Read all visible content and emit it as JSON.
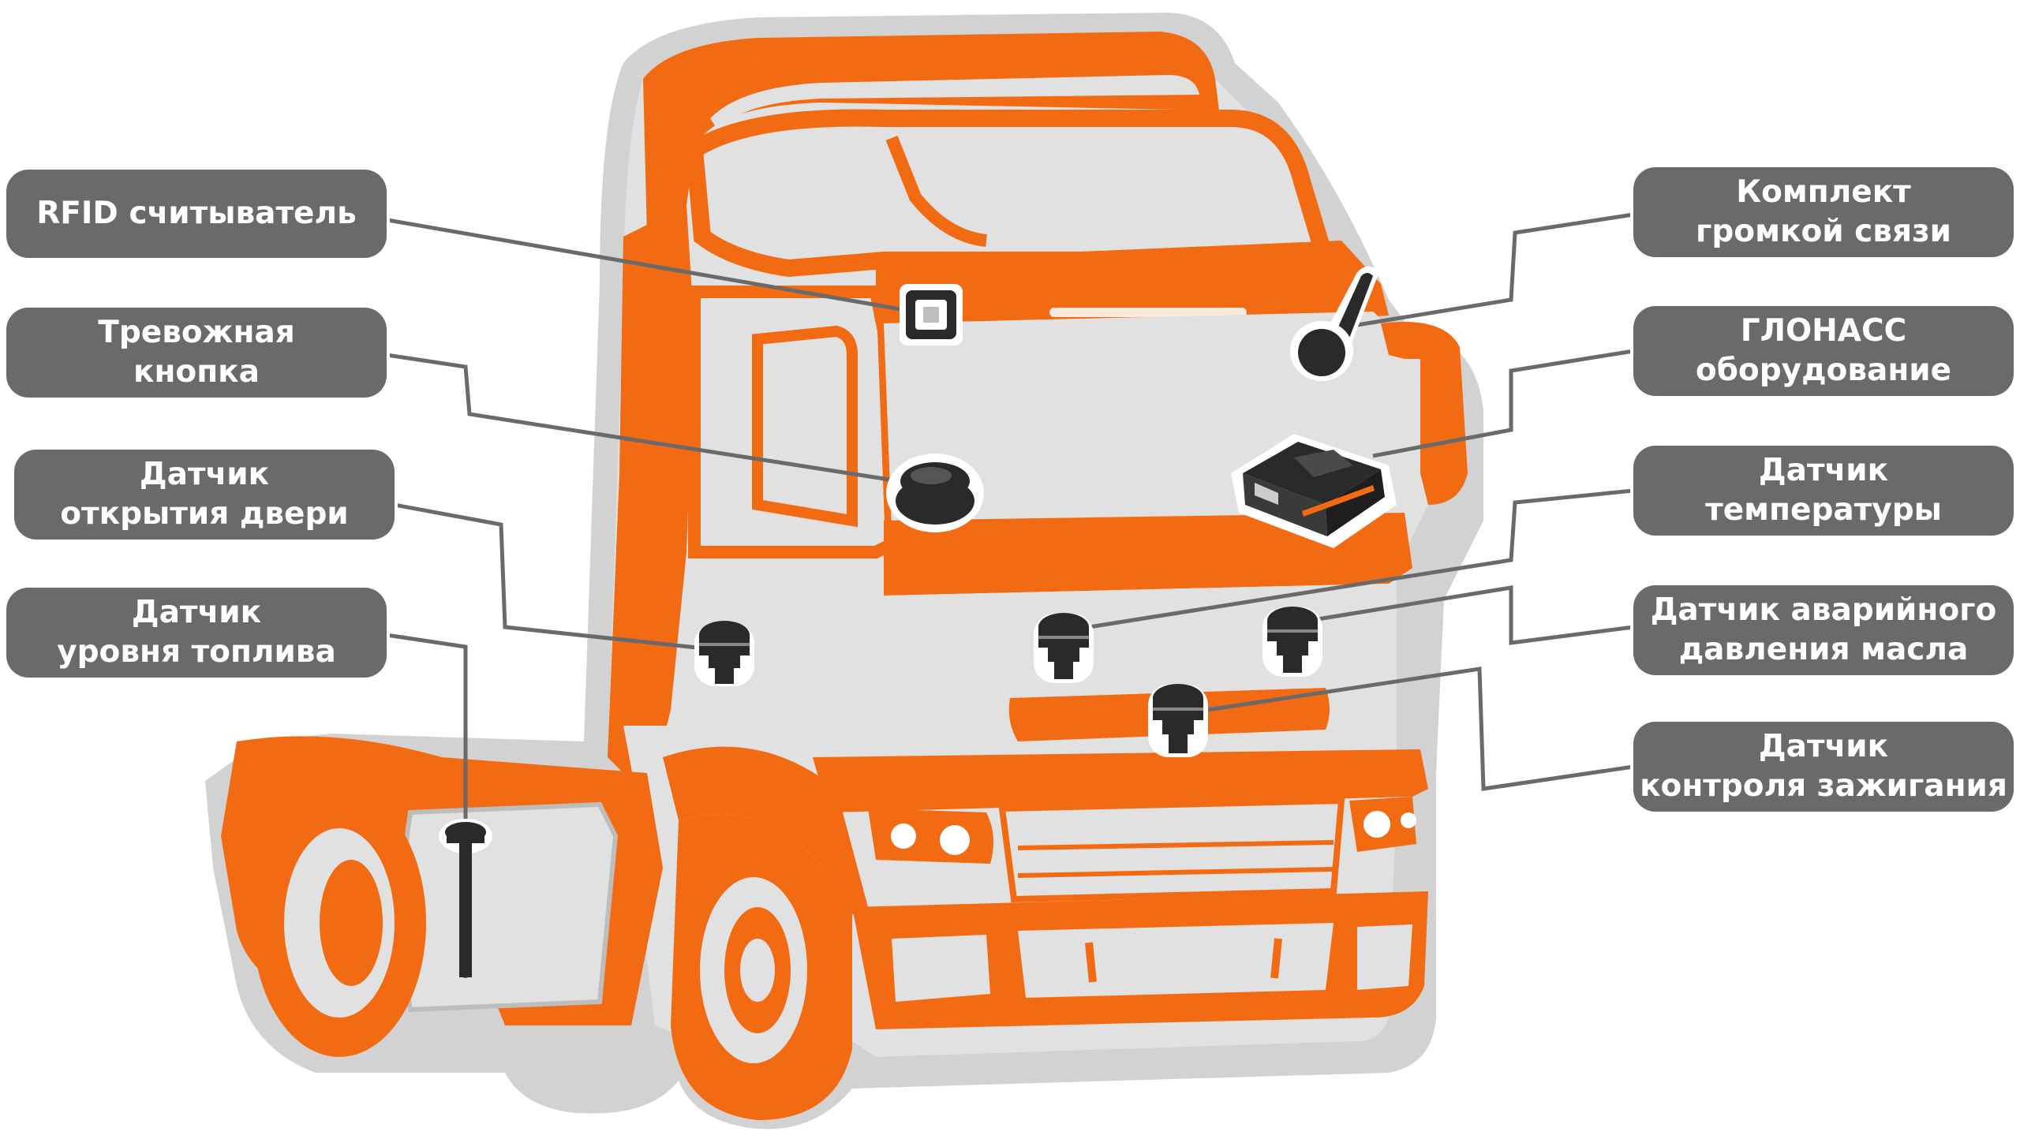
{
  "diagram": {
    "colors": {
      "accent": "#f26a12",
      "body": "#e1e1e1",
      "outline": "#bdbdbd",
      "label_bg": "#6a6a6a",
      "label_text": "#ffffff",
      "connector": "#6a6a6a",
      "device": "#2a2a2a"
    },
    "labels": {
      "rfid": {
        "lines": [
          "RFID считыватель"
        ]
      },
      "alarm": {
        "lines": [
          "Тревожная",
          "кнопка"
        ]
      },
      "door": {
        "lines": [
          "Датчик",
          "открытия двери"
        ]
      },
      "fuel": {
        "lines": [
          "Датчик",
          "уровня топлива"
        ]
      },
      "intercom": {
        "lines": [
          "Комплект",
          "громкой связи"
        ]
      },
      "glonass": {
        "lines": [
          "ГЛОНАСС",
          "оборудование"
        ]
      },
      "temperature": {
        "lines": [
          "Датчик",
          "температуры"
        ]
      },
      "oil": {
        "lines": [
          "Датчик аварийного",
          "давления масла"
        ]
      },
      "ignition": {
        "lines": [
          "Датчик",
          "контроля зажигания"
        ]
      }
    },
    "icons": {
      "rfid": "rfid-reader-icon",
      "alarm": "panic-button-icon",
      "intercom": "microphone-icon",
      "glonass": "tracker-box-icon",
      "door": "sensor-icon",
      "temperature": "sensor-icon",
      "oil": "sensor-icon",
      "ignition": "sensor-icon",
      "fuel": "fuel-probe-icon"
    }
  }
}
